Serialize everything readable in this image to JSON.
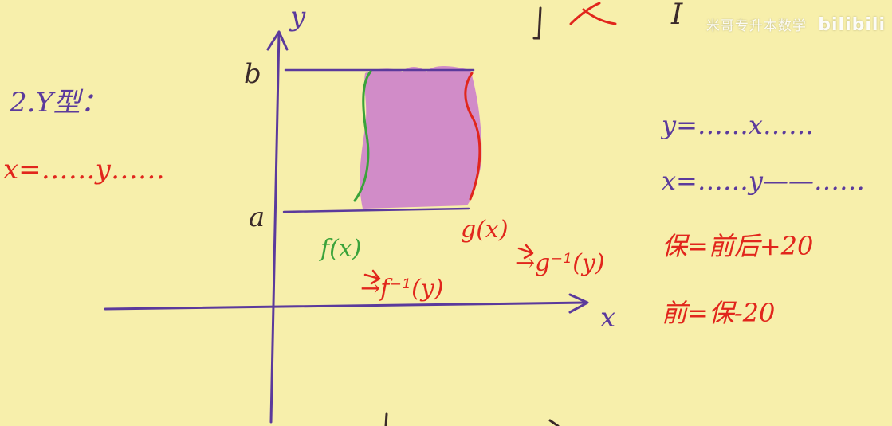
{
  "colors": {
    "background": "#f7efab",
    "axes": "#5b3a9c",
    "region_fill": "#cf86c9",
    "left_curve": "#3aa33a",
    "right_curve": "#e1261c",
    "ink_red": "#e1261c",
    "ink_purple": "#5b3a9c"
  },
  "watermark": {
    "text": "米哥专升本数学",
    "brand": "bilibili"
  },
  "left_notes": {
    "heading": "2.Y型：",
    "formula": "x=……y……"
  },
  "axes": {
    "y_label": "y",
    "x_label": "x",
    "b_label": "b",
    "a_label": "a"
  },
  "curves": {
    "left_label": "f(x)",
    "left_inverse": "→f⁻¹(y)",
    "right_label": "g(x)",
    "right_inverse": "→g⁻¹(y)"
  },
  "right_notes": {
    "line1": "y=……x……",
    "line2": "x=……y——……",
    "line3": "保=前后+20",
    "line4": "前=保-20"
  },
  "top_fragments": {
    "left": "|",
    "middle": "X",
    "right": "I"
  }
}
